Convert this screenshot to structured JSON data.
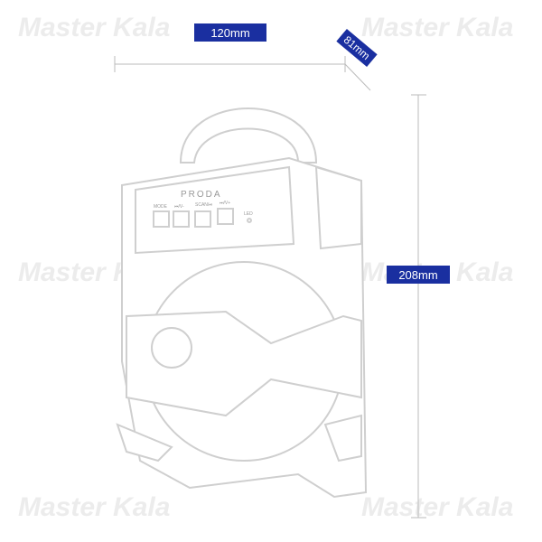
{
  "watermark": "Master Kala",
  "dimensions": {
    "width": "120mm",
    "depth": "81mm",
    "height": "208mm"
  },
  "product": {
    "brand": "PRODA",
    "buttons": [
      "MODE",
      "⏮/V-",
      "SCAN/⏯",
      "⏭/V+"
    ],
    "led_label": "LED"
  },
  "colors": {
    "badge": "#1a2fa0",
    "outline": "#cfcfcf"
  }
}
